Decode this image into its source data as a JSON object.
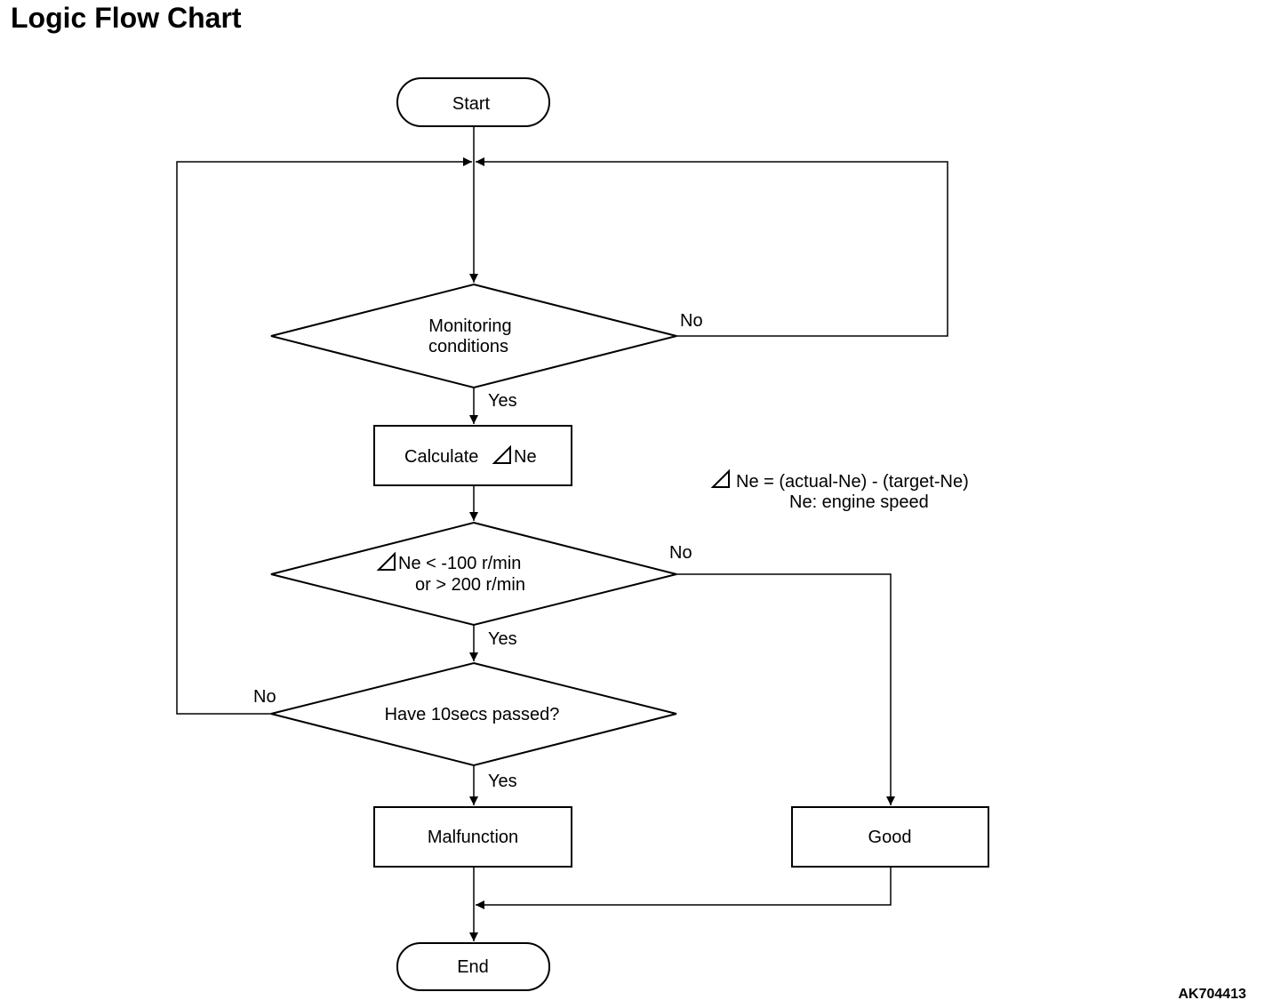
{
  "title": "Logic Flow Chart",
  "figure_code": "AK704413",
  "nodes": {
    "start": "Start",
    "monitoring_line1": "Monitoring",
    "monitoring_line2": "conditions",
    "calculate": "Calculate",
    "calculate_suffix": "Ne",
    "threshold_line1": "Ne < -100 r/min",
    "threshold_line2": "or > 200 r/min",
    "timer": "Have 10secs passed?",
    "malfunction": "Malfunction",
    "good": "Good",
    "end": "End"
  },
  "edge_labels": {
    "monitoring_no": "No",
    "monitoring_yes": "Yes",
    "threshold_no": "No",
    "threshold_yes": "Yes",
    "timer_no": "No",
    "timer_yes": "Yes"
  },
  "note": {
    "line1": "Ne = (actual-Ne) - (target-Ne)",
    "line2": "Ne:  engine speed"
  }
}
